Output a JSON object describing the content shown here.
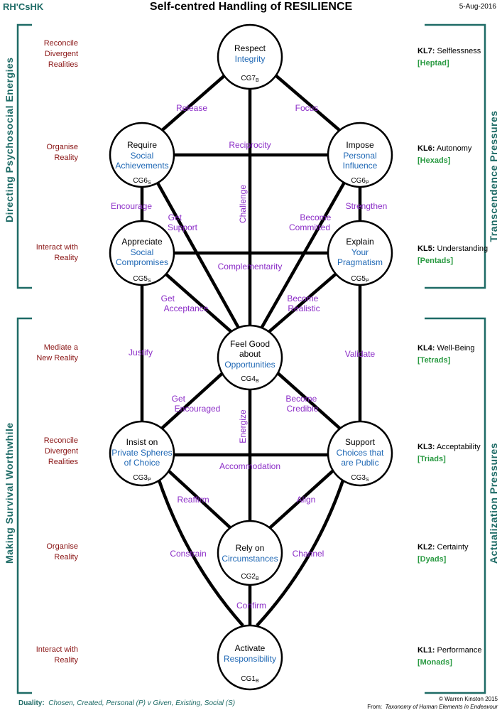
{
  "header": {
    "short": "RH'CsHK",
    "title": "Self-centred Handling of RESILIENCE",
    "date": "5-Aug-2016"
  },
  "left_titles": {
    "upper": "Directing Psychosocial Energies",
    "lower": "Making Survival Worthwhile"
  },
  "right_titles": {
    "upper": "Transcendence Pressures",
    "lower": "Actualization Pressures"
  },
  "left_levels": {
    "u1": [
      "Reconcile",
      "Divergent",
      "Realities"
    ],
    "u2": [
      "Organise",
      "Reality"
    ],
    "u3": [
      "Interact with",
      "Reality"
    ],
    "l1": [
      "Mediate a",
      "New Reality"
    ],
    "l2": [
      "Reconcile",
      "Divergent",
      "Realities"
    ],
    "l3": [
      "Organise",
      "Reality"
    ],
    "l4": [
      "Interact with",
      "Reality"
    ]
  },
  "knowledge_levels": {
    "kl7": {
      "code": "KL7:",
      "name": "Selflessness",
      "group": "[Heptad]"
    },
    "kl6": {
      "code": "KL6:",
      "name": "Autonomy",
      "group": "[Hexads]"
    },
    "kl5": {
      "code": "KL5:",
      "name": "Understanding",
      "group": "[Pentads]"
    },
    "kl4": {
      "code": "KL4:",
      "name": "Well-Being",
      "group": "[Tetrads]"
    },
    "kl3": {
      "code": "KL3:",
      "name": "Acceptability",
      "group": "[Triads]"
    },
    "kl2": {
      "code": "KL2:",
      "name": "Certainty",
      "group": "[Dyads]"
    },
    "kl1": {
      "code": "KL1:",
      "name": "Performance",
      "group": "[Monads]"
    }
  },
  "nodes": {
    "cg7": {
      "lines": [
        "Respect"
      ],
      "sub": [
        "Integrity"
      ],
      "code": "CG7",
      "suffix": "B"
    },
    "cg6s": {
      "lines": [
        "Require"
      ],
      "sub": [
        "Social",
        "Achievements"
      ],
      "code": "CG6",
      "suffix": "S"
    },
    "cg6p": {
      "lines": [
        "Impose"
      ],
      "sub": [
        "Personal",
        "Influence"
      ],
      "code": "CG6",
      "suffix": "P"
    },
    "cg5s": {
      "lines": [
        "Appreciate"
      ],
      "sub": [
        "Social",
        "Compromises"
      ],
      "code": "CG5",
      "suffix": "S"
    },
    "cg5p": {
      "lines": [
        "Explain"
      ],
      "sub": [
        "Your",
        "Pragmatism"
      ],
      "code": "CG5",
      "suffix": "P"
    },
    "cg4": {
      "lines": [
        "Feel Good",
        "about"
      ],
      "sub": [
        "Opportunities"
      ],
      "code": "CG4",
      "suffix": "B"
    },
    "cg3p": {
      "lines": [
        "Insist on"
      ],
      "sub": [
        "Private Spheres",
        "of Choice"
      ],
      "code": "CG3",
      "suffix": "P"
    },
    "cg3s": {
      "lines": [
        "Support"
      ],
      "sub": [
        "Choices that",
        "are Public"
      ],
      "code": "CG3",
      "suffix": "S"
    },
    "cg2": {
      "lines": [
        "Rely on"
      ],
      "sub": [
        "Circumstances"
      ],
      "code": "CG2",
      "suffix": "B"
    },
    "cg1": {
      "lines": [
        "Activate"
      ],
      "sub": [
        "Responsibility"
      ],
      "code": "CG1",
      "suffix": "B"
    }
  },
  "edge_labels": {
    "release": [
      "Release"
    ],
    "focus": [
      "Focus"
    ],
    "reciprocity": [
      "Reciprocity"
    ],
    "challenge": [
      "Challenge"
    ],
    "encourage": [
      "Encourage"
    ],
    "strengthen": [
      "Strengthen"
    ],
    "get_support": [
      "Get",
      "Support"
    ],
    "become_committed": [
      "Become",
      "Committed"
    ],
    "complementarity": [
      "Complementarity"
    ],
    "get_acceptance": [
      "Get",
      "Acceptance"
    ],
    "become_realistic": [
      "Become",
      "Realistic"
    ],
    "justify": [
      "Justify"
    ],
    "validate": [
      "Validate"
    ],
    "get_encouraged": [
      "Get",
      "Encouraged"
    ],
    "become_credible": [
      "Become",
      "Credible"
    ],
    "energize": [
      "Energize"
    ],
    "accommodation": [
      "Accommodation"
    ],
    "reaffirm": [
      "Reaffirm"
    ],
    "align": [
      "Align"
    ],
    "constrain": [
      "Constrain"
    ],
    "channel": [
      "Channel"
    ],
    "confirm": [
      "Confirm"
    ]
  },
  "footer": {
    "duality_label": "Duality:",
    "duality_text": "Chosen, Created, Personal (P)  v Given, Existing, Social (S)",
    "copyright": "© Warren Kinston 2015",
    "from_label": "From:",
    "from_text": "Taxonomy of Human Elements in Endeavour"
  },
  "colors": {
    "teal": "#1e6b66",
    "level_red": "#8a1515",
    "node_blue": "#1f68b5",
    "edge_purple": "#8b2cc7",
    "group_green": "#2a9a42"
  }
}
